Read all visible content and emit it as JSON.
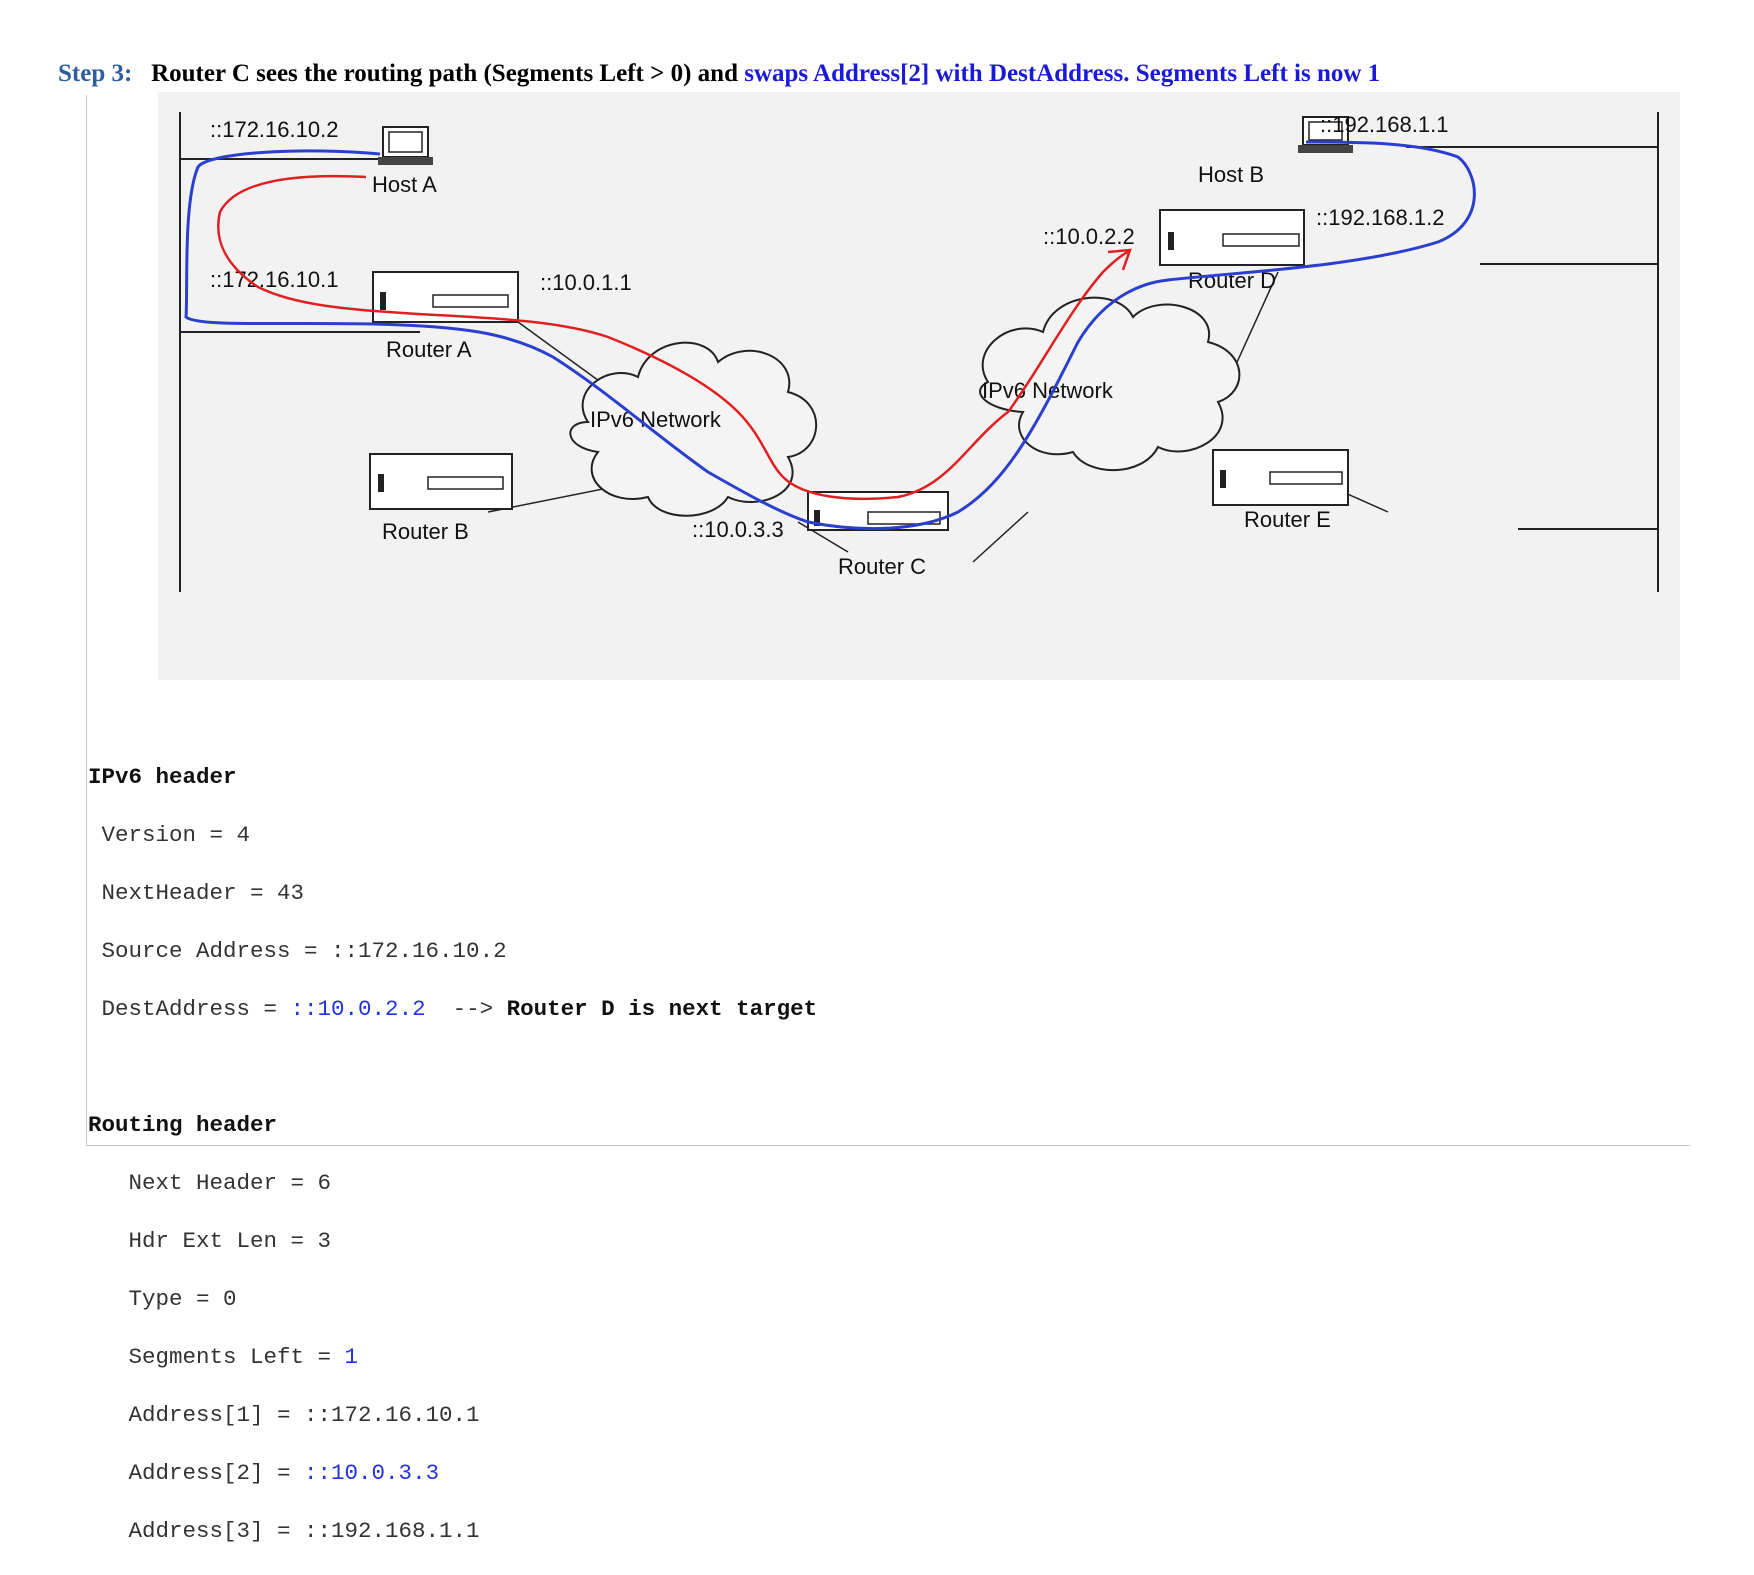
{
  "title": {
    "step": "Step 3:",
    "part1": "Router C sees the routing path (Segments Left > 0) and",
    "part2": "swaps Address[2] with DestAddress. Segments Left is now 1"
  },
  "diagram": {
    "host_a": {
      "name": "Host A",
      "addr": "::172.16.10.2"
    },
    "host_b": {
      "name": "Host B",
      "addr": "::192.168.1.1"
    },
    "router_a": {
      "name": "Router A",
      "addr_left": "::172.16.10.1",
      "addr_right": "::10.0.1.1"
    },
    "router_b": {
      "name": "Router B"
    },
    "router_c": {
      "name": "Router C",
      "addr": "::10.0.3.3"
    },
    "router_d": {
      "name": "Router D",
      "addr_left": "::10.0.2.2",
      "addr_right": "::192.168.1.2"
    },
    "router_e": {
      "name": "Router E"
    },
    "cloud_left": "IPv6 Network",
    "cloud_right": "IPv6 Network",
    "colors": {
      "old_path": "#e02020",
      "new_path": "#2b3fcf"
    }
  },
  "ipv6": {
    "heading": "IPv6 header",
    "version": " Version = 4",
    "next_header": " NextHeader = 43",
    "source": " Source Address = ::172.16.10.2",
    "dest_label": " DestAddress = ",
    "dest_value": "::10.0.2.2",
    "dest_arrow": "  --> ",
    "dest_note": "Router D is next target"
  },
  "routing": {
    "heading": "Routing header",
    "next_header": "   Next Header = 6",
    "hdr_ext_len": "   Hdr Ext Len = 3",
    "type": "   Type = 0",
    "segments_label": "   Segments Left = ",
    "segments_value": "1",
    "addr1": "   Address[1] = ::172.16.10.1",
    "addr2_label": "   Address[2] = ",
    "addr2_value": "::10.0.3.3",
    "addr3": "   Address[3] = ::192.168.1.1"
  }
}
